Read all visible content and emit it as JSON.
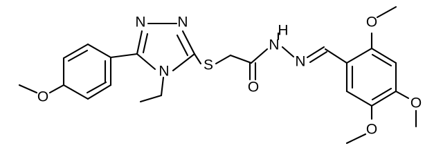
{
  "figure": {
    "type": "chemical-structure",
    "colors": {
      "bond": "#000000",
      "label": "#000000",
      "background": "#ffffff"
    },
    "atoms": [
      {
        "id": "n1",
        "label": "N"
      },
      {
        "id": "n2",
        "label": "N"
      },
      {
        "id": "n4",
        "label": "N"
      },
      {
        "id": "s",
        "label": "S"
      },
      {
        "id": "nh",
        "label": "N"
      },
      {
        "id": "h",
        "label": "H"
      },
      {
        "id": "n_im",
        "label": "N"
      },
      {
        "id": "o_co",
        "label": "O"
      },
      {
        "id": "o_ph",
        "label": "O"
      },
      {
        "id": "o_2",
        "label": "O"
      },
      {
        "id": "o_4",
        "label": "O"
      },
      {
        "id": "o_5",
        "label": "O"
      }
    ]
  }
}
